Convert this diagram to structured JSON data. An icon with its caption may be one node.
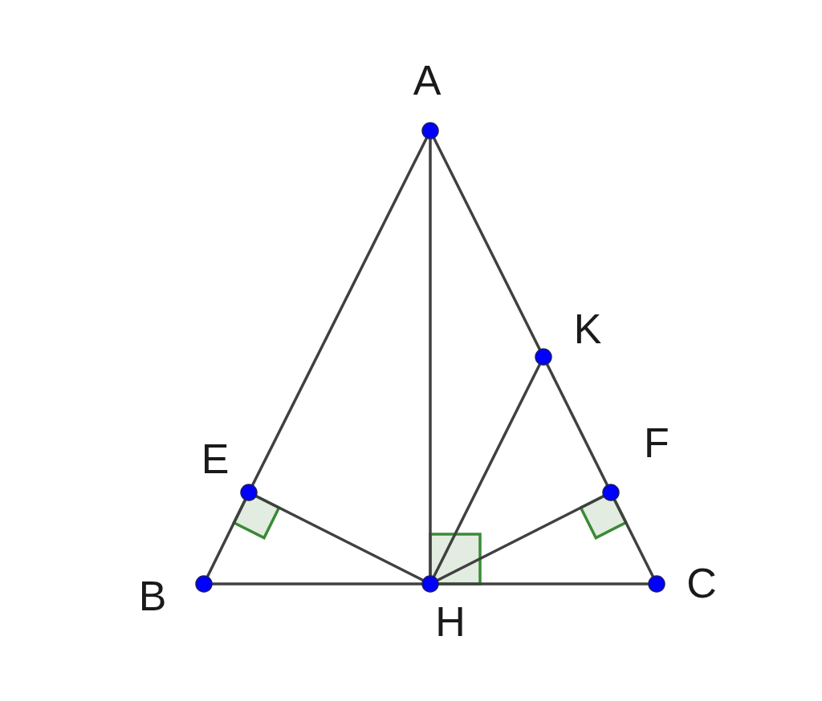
{
  "diagram": {
    "nodes": [
      {
        "text": [],
        "shape": "circle",
        "beside": [
          "A"
        ]
      },
      {
        "text": [],
        "shape": "circle",
        "beside": [
          "K"
        ]
      },
      {
        "text": [],
        "shape": "circle",
        "beside": [
          "E"
        ]
      },
      {
        "text": [],
        "shape": "circle",
        "beside": [
          "F"
        ]
      },
      {
        "text": [],
        "shape": "circle",
        "beside": [
          "B"
        ]
      },
      {
        "text": [],
        "shape": "circle",
        "beside": [
          "H"
        ]
      },
      {
        "text": [],
        "shape": "circle",
        "beside": [
          "C"
        ]
      }
    ],
    "edges": [
      {
        "from": 0,
        "to": 2,
        "arrow": "none"
      },
      {
        "from": 2,
        "to": 4,
        "arrow": "none"
      },
      {
        "from": 0,
        "to": 1,
        "arrow": "none"
      },
      {
        "from": 1,
        "to": 3,
        "arrow": "none"
      },
      {
        "from": 3,
        "to": 6,
        "arrow": "none"
      },
      {
        "from": 4,
        "to": 5,
        "arrow": "none"
      },
      {
        "from": 5,
        "to": 6,
        "arrow": "none"
      },
      {
        "from": 0,
        "to": 5,
        "arrow": "none"
      },
      {
        "from": 5,
        "to": 2,
        "arrow": "none"
      },
      {
        "from": 5,
        "to": 3,
        "arrow": "none"
      },
      {
        "from": 5,
        "to": 1,
        "arrow": "none"
      }
    ]
  }
}
